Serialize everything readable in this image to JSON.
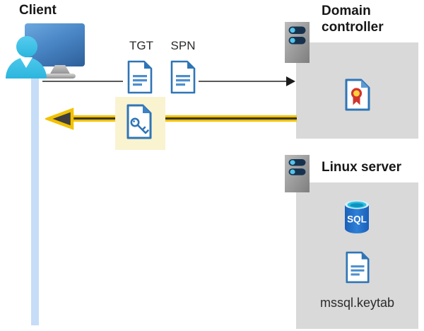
{
  "client": {
    "label": "Client"
  },
  "tickets": {
    "tgt": "TGT",
    "spn": "SPN"
  },
  "domain_controller": {
    "title": "Domain controller"
  },
  "linux_server": {
    "title": "Linux server",
    "sql_badge": "SQL",
    "keytab_file": "mssql.keytab"
  },
  "colors": {
    "doc_border_blue": "#2e75b6",
    "doc_line_blue": "#4d8fcc",
    "box_gray": "#d9d9d9",
    "timeline_blue": "#c6ddf8",
    "highlight_yellow": "#faf3d0",
    "arrow_yellow": "#f2c200",
    "arrow_head_dark": "#3f3f3f",
    "request_gray": "#595959",
    "person_cyan": "#35bfe4",
    "monitor_blue": "#3f7fc1",
    "server_bar_navy": "#16324f",
    "server_dot_cyan": "#54c4ea",
    "sql_blue": "#1e6bc2",
    "cert_red": "#d0342c",
    "cert_gold": "#ffd23e"
  }
}
